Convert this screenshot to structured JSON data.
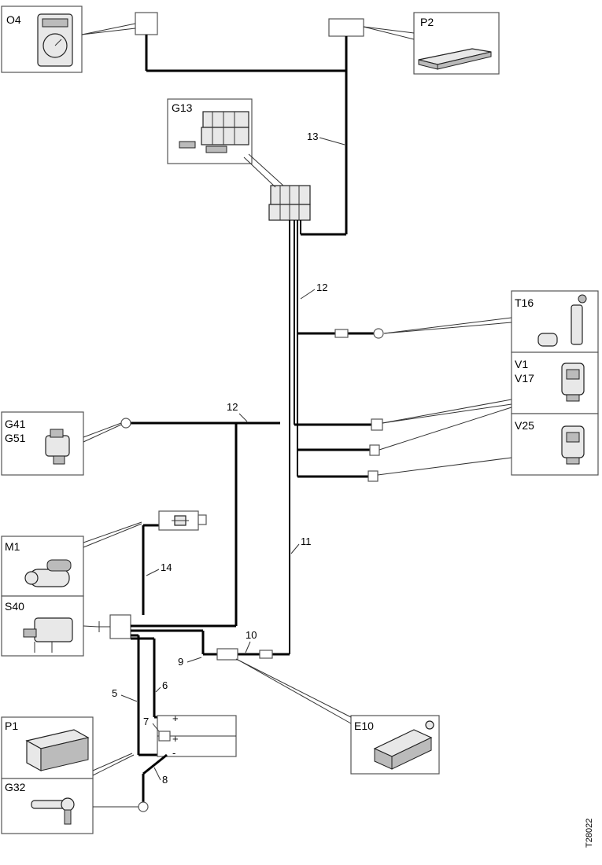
{
  "components": {
    "O4": "O4",
    "P2": "P2",
    "G13": "G13",
    "T16": "T16",
    "V1": "V1",
    "V17": "V17",
    "V25": "V25",
    "G41": "G41",
    "G51": "G51",
    "M1": "M1",
    "S40": "S40",
    "P1": "P1",
    "G32": "G32",
    "E10": "E10"
  },
  "wire_numbers": {
    "n13": "13",
    "n12a": "12",
    "n12b": "12",
    "n11": "11",
    "n14": "14",
    "n10": "10",
    "n9": "9",
    "n5": "5",
    "n6": "6",
    "n7": "7",
    "n8": "8"
  },
  "battery_terminals": {
    "plus1": "+",
    "plus2": "+",
    "minus": "-"
  },
  "figure_code": "T28022"
}
